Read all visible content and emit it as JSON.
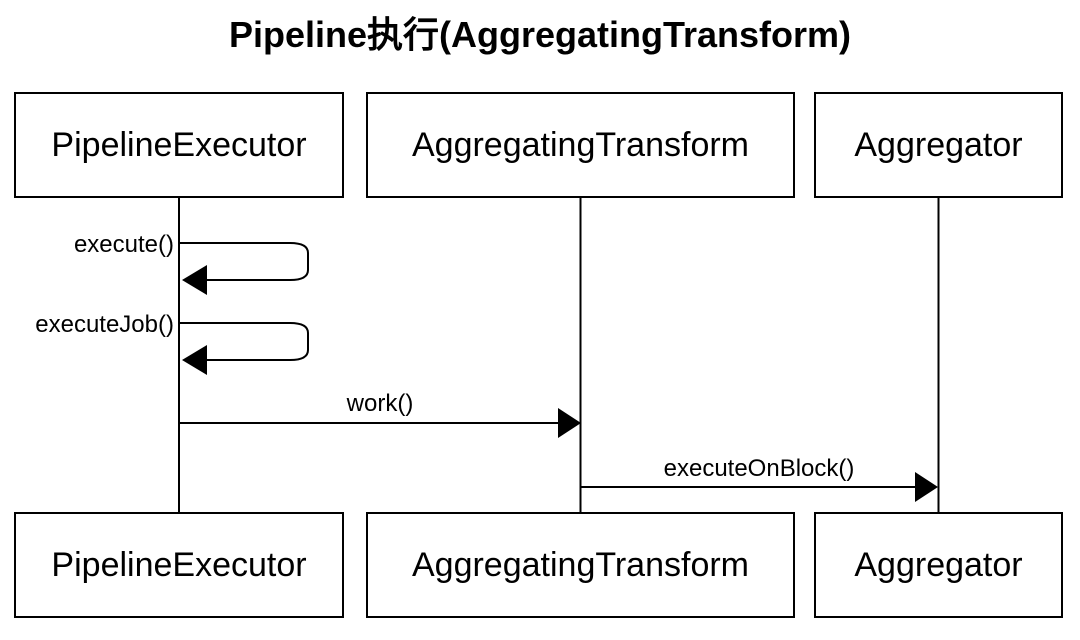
{
  "diagram": {
    "type": "sequence",
    "title": "Pipeline执行(AggregatingTransform)"
  },
  "participants": [
    {
      "label": "PipelineExecutor"
    },
    {
      "label": "AggregatingTransform"
    },
    {
      "label": "Aggregator"
    }
  ],
  "messages": [
    {
      "label": "execute()",
      "from": "PipelineExecutor",
      "to": "PipelineExecutor",
      "type": "self"
    },
    {
      "label": "executeJob()",
      "from": "PipelineExecutor",
      "to": "PipelineExecutor",
      "type": "self"
    },
    {
      "label": "work()",
      "from": "PipelineExecutor",
      "to": "AggregatingTransform",
      "type": "sync"
    },
    {
      "label": "executeOnBlock()",
      "from": "AggregatingTransform",
      "to": "Aggregator",
      "type": "sync"
    }
  ],
  "colors": {
    "background": "#ffffff",
    "line": "#000000",
    "text": "#000000"
  }
}
